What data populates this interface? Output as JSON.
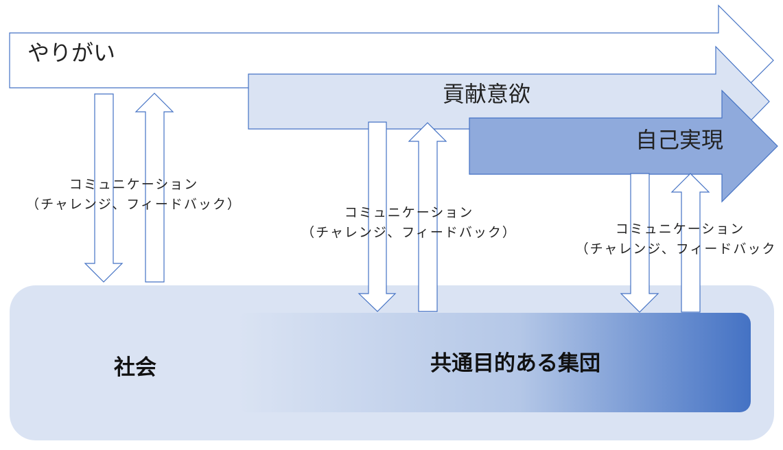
{
  "arrows": {
    "yarigai": "やりがい",
    "kouken": "貢献意欲",
    "jiko": "自己実現"
  },
  "communications": [
    {
      "line1": "コミュニケーション",
      "line2": "（チャレンジ、フィードバック）"
    },
    {
      "line1": "コミュニケーション",
      "line2": "（チャレンジ、フィードバック）"
    },
    {
      "line1": "コミュニケーション",
      "line2": "（チャレンジ、フィードバック"
    }
  ],
  "society": {
    "label": "社会"
  },
  "group": {
    "label": "共通目的ある集団"
  },
  "colors": {
    "arrow_outline": "#4472c4",
    "society_fill": "#dae3f3",
    "group_gradient_start": "#dae3f3",
    "group_gradient_end": "#4472c4",
    "kouken_fill": "#dae3f3",
    "jiko_fill": "#8faadc"
  }
}
